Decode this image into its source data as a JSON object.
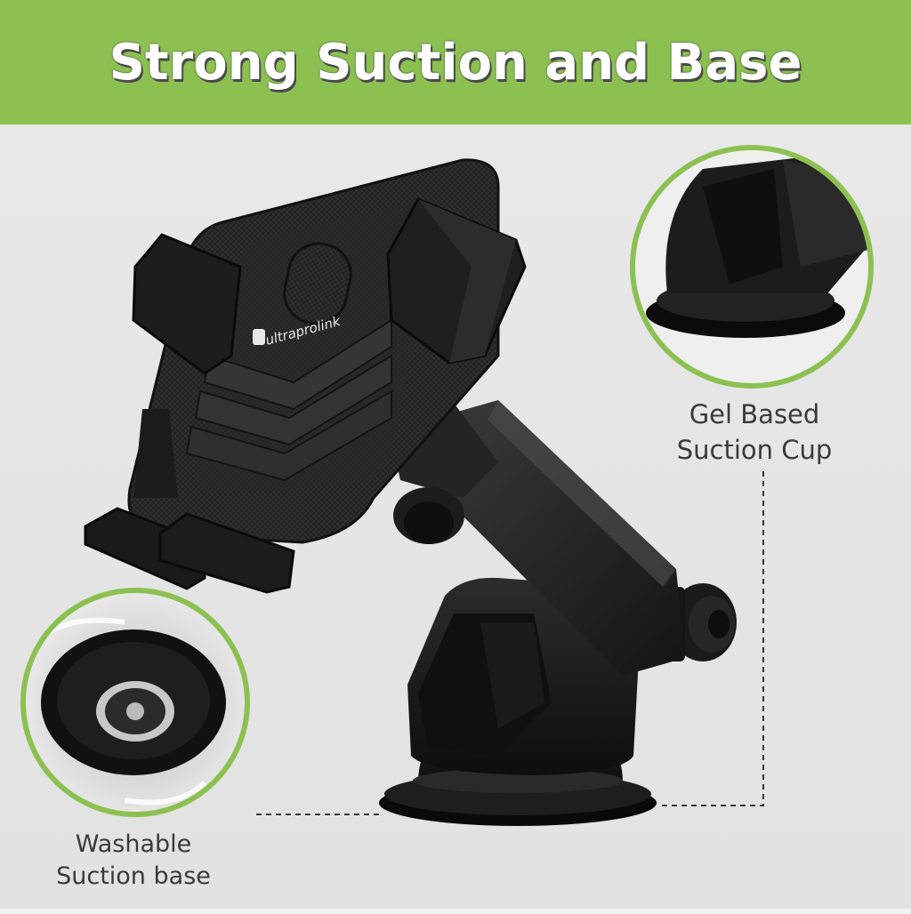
{
  "banner": {
    "title": "Strong Suction and Base",
    "background_color": "#8cc152"
  },
  "callouts": {
    "gel": {
      "line1": "Gel Based",
      "line2": "Suction Cup"
    },
    "washable": {
      "line1": "Washable",
      "line2": "Suction base"
    }
  },
  "product": {
    "brand_logo_text": "ultraprolink"
  },
  "colors": {
    "accent_green": "#8cc152",
    "product_black": "#1c1c1c",
    "background_gray": "#e6e6e6"
  }
}
